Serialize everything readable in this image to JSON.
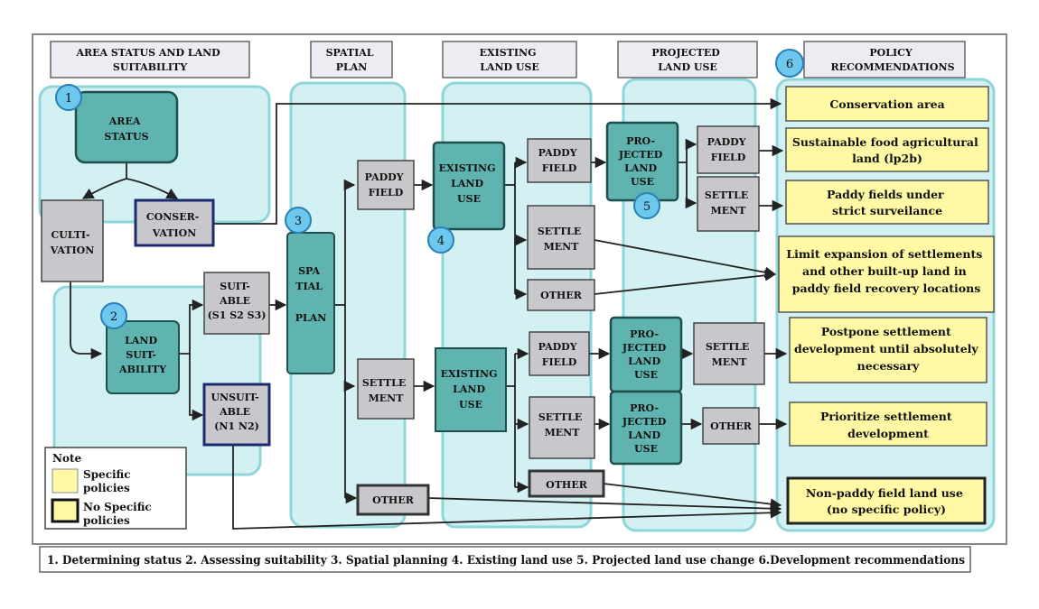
{
  "headers": {
    "area_status": [
      "AREA STATUS AND LAND",
      "SUITABILITY"
    ],
    "spatial_plan": [
      "SPATIAL",
      "PLAN"
    ],
    "existing_land_use": [
      "EXISTING",
      "LAND USE"
    ],
    "projected_land_use": [
      "PROJECTED",
      "LAND USE"
    ],
    "policy": [
      "POLICY",
      "RECOMMENDATIONS"
    ]
  },
  "numbers": [
    "1",
    "2",
    "3",
    "4",
    "5",
    "6"
  ],
  "boxes": {
    "area_status": [
      "AREA",
      "STATUS"
    ],
    "cultivation": [
      "CULTI-",
      "VATION"
    ],
    "conservation": [
      "CONSER-",
      "VATION"
    ],
    "land_suitability": [
      "LAND",
      "SUIT-",
      "ABILITY"
    ],
    "suitable": [
      "SUIT-",
      "ABLE",
      "(S1 S2 S3)"
    ],
    "unsuitable": [
      "UNSUIT-",
      "ABLE",
      "(N1 N2)"
    ],
    "spatial_plan": [
      "SPA",
      "TIAL",
      "",
      "PLAN"
    ],
    "sp_paddy": [
      "PADDY",
      "FIELD"
    ],
    "sp_settlement": [
      "SETTLE",
      "MENT"
    ],
    "sp_other": [
      "OTHER"
    ],
    "elu_top": [
      "EXISTING",
      "LAND",
      "USE"
    ],
    "elu_bottom": [
      "EXISTING",
      "LAND",
      "USE"
    ],
    "elu_top_paddy": [
      "PADDY",
      "FIELD"
    ],
    "elu_top_settlement": [
      "SETTLE",
      "MENT"
    ],
    "elu_top_other": [
      "OTHER"
    ],
    "elu_bot_paddy": [
      "PADDY",
      "FIELD"
    ],
    "elu_bot_settlement": [
      "SETTLE",
      "MENT"
    ],
    "elu_bot_other": [
      "OTHER"
    ],
    "plu_1": [
      "PRO-",
      "JECTED",
      "LAND",
      "USE"
    ],
    "plu_2": [
      "PRO-",
      "JECTED",
      "LAND",
      "USE"
    ],
    "plu_3": [
      "PRO-",
      "JECTED",
      "LAND",
      "USE"
    ],
    "plu_1_paddy": [
      "PADDY",
      "FIELD"
    ],
    "plu_1_settlement": [
      "SETTLE",
      "MENT"
    ],
    "plu_2_settlement": [
      "SETTLE",
      "MENT"
    ],
    "plu_3_other": [
      "OTHER"
    ]
  },
  "policies": {
    "p1": [
      "Conservation area"
    ],
    "p2": [
      "Sustainable food agricultural",
      "land (lp2b)"
    ],
    "p3": [
      "Paddy fields under",
      "strict surveilance"
    ],
    "p4": [
      "Limit expansion of settlements",
      "and other built-up land in",
      "paddy field recovery locations"
    ],
    "p5": [
      "Postpone settlement",
      "development until absolutely",
      "necessary"
    ],
    "p6": [
      "Prioritize settlement",
      "development"
    ],
    "p7": [
      "Non-paddy field land use",
      "(no specific policy)"
    ]
  },
  "note": {
    "title": "Note",
    "specific": [
      "Specific",
      "policies"
    ],
    "no_specific": [
      "No Specific",
      "policies"
    ]
  },
  "footer": "1. Determining status 2. Assessing suitability 3. Spatial planning 4. Existing land use 5. Projected land use change 6.Development recommendations",
  "colors": {
    "teal": "#5fb4b0",
    "teal_border": "#1f4f4d",
    "light_teal_band": "#cdeff0",
    "band_border": "#8fd6da",
    "gray": "#c8c8cc",
    "yellow": "#fff9a6",
    "circle": "#6cc8ec",
    "header_fill": "#ececf2"
  }
}
